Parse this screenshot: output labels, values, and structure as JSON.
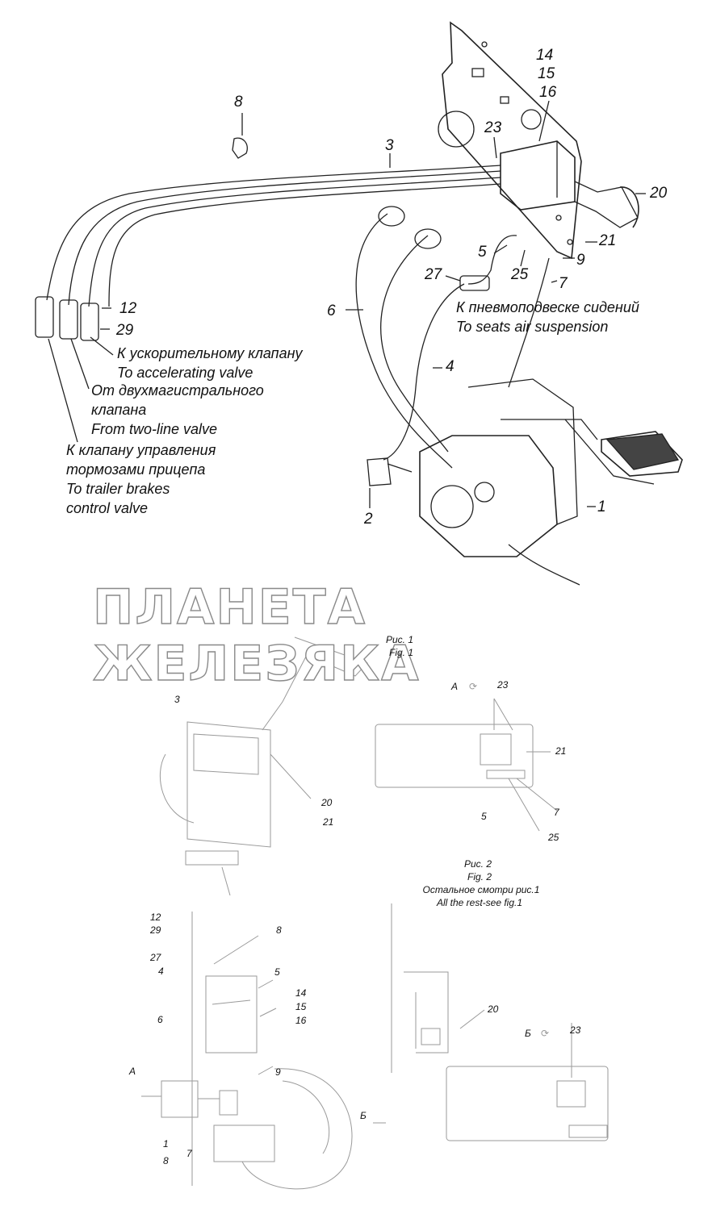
{
  "fig1": {
    "callouts": {
      "c8": "8",
      "c3": "3",
      "c14": "14",
      "c15": "15",
      "c16": "16",
      "c23": "23",
      "c20": "20",
      "c21": "21",
      "c9": "9",
      "c5": "5",
      "c25": "25",
      "c27": "27",
      "c7": "7",
      "c6": "6",
      "c4": "4",
      "c12": "12",
      "c29": "29",
      "c2": "2",
      "c1": "1"
    },
    "notes": {
      "seats_ru": "К пневмоподвеске сидений",
      "seats_en": "To seats air suspension",
      "accel_ru": "К ускорительному клапану",
      "accel_en": "To accelerating valve",
      "twoline_ru_1": "От двухмагистрального",
      "twoline_ru_2": "клапана",
      "twoline_en": "From two-line valve",
      "trailer_ru_1": "К клапану управления",
      "trailer_ru_2": "тормозами прицепа",
      "trailer_en_1": "To trailer brakes",
      "trailer_en_2": "control valve"
    }
  },
  "watermark": "ПЛАНЕТА ЖЕЛЕЗЯКА",
  "captions": {
    "fig1_ru": "Рис. 1",
    "fig1_en": "Fig. 1",
    "fig2_ru": "Рис. 2",
    "fig2_en": "Fig. 2",
    "rest_ru": "Остальное смотри рис.1",
    "rest_en": "All the rest-see fig.1"
  },
  "fig2": {
    "view_a": "А",
    "c23": "23",
    "c21": "21",
    "c7": "7",
    "c5": "5",
    "c25": "25"
  },
  "fig3": {
    "c3": "3",
    "c20": "20",
    "c21": "21",
    "c12": "12",
    "c29": "29",
    "c8": "8",
    "c27": "27",
    "c4": "4",
    "c5": "5",
    "c6": "6",
    "c14": "14",
    "c15": "15",
    "c16": "16",
    "c9": "9",
    "a_marker": "А",
    "c1": "1",
    "c7": "7",
    "c8b": "8"
  },
  "fig4": {
    "b_marker": "Б",
    "c20": "20",
    "view_b": "Б",
    "c23": "23"
  }
}
